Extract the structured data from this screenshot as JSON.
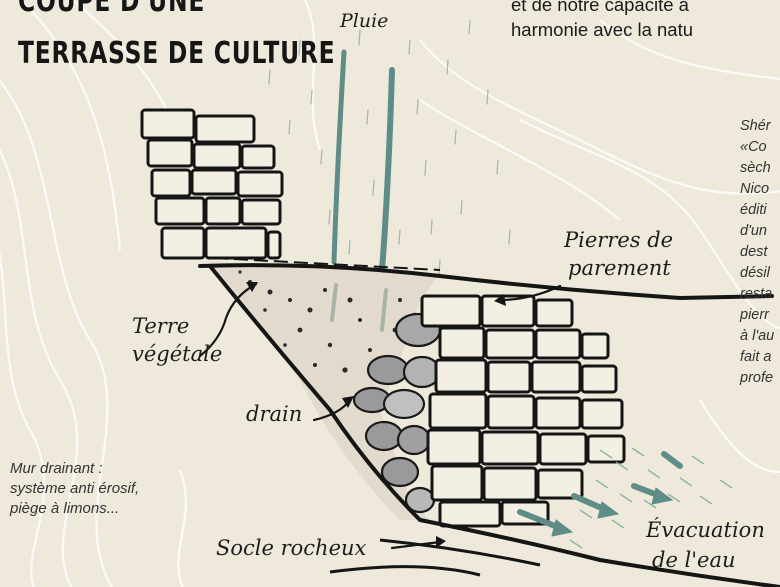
{
  "title": {
    "line1": "COUPE D'UNE",
    "line2": "TERRASSE DE CULTURE"
  },
  "intro_text": {
    "line1": "et de notre capacité à",
    "line2": "harmonie avec la natu"
  },
  "labels": {
    "pluie": "Pluie",
    "pierres_line1": "Pierres de",
    "pierres_line2": "parement",
    "terre_line1": "Terre",
    "terre_line2": "végétale",
    "drain": "drain",
    "socle": "Socle rocheux",
    "evac_line1": "Évacuation",
    "evac_line2": "de l'eau"
  },
  "caption": {
    "line1": "Mur drainant :",
    "line2": "système anti érosif,",
    "line3": "piège à limons..."
  },
  "side_column": [
    "Shér",
    "«Co",
    "sèch",
    "Nico",
    "éditi",
    "d'un",
    "dest",
    "désil",
    "resta",
    "pierr",
    "à l'au",
    "fait a",
    "profe"
  ],
  "colors": {
    "paper": "#efe9dc",
    "ink": "#161616",
    "rain": "#5e8c86",
    "contour": "#ffffff",
    "stone": "#f4efe3"
  }
}
